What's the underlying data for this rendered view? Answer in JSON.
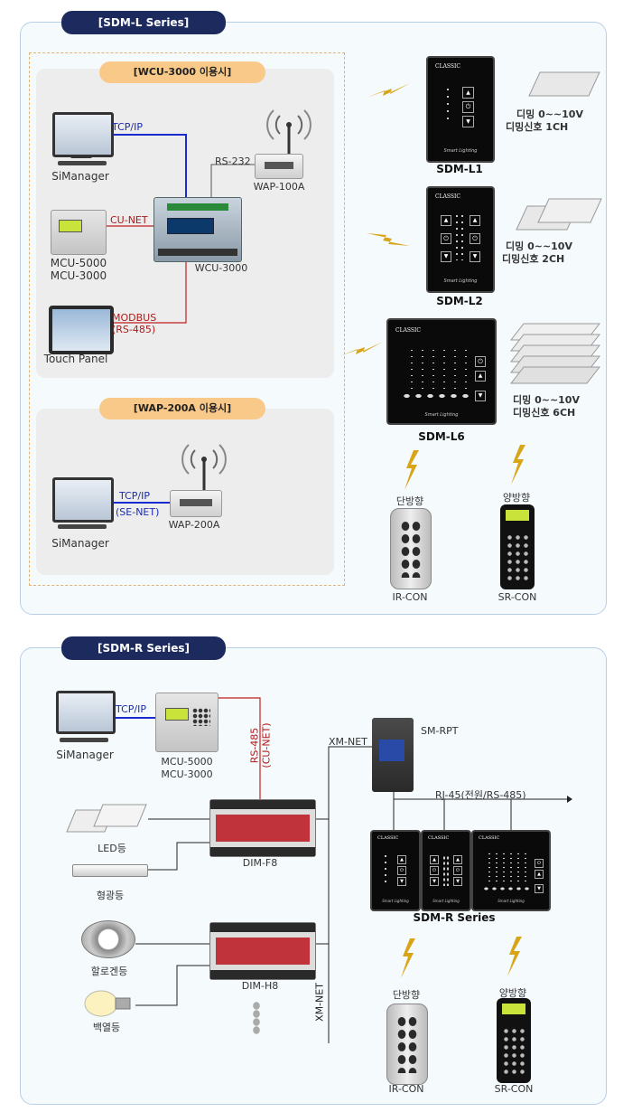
{
  "sdm_l": {
    "title": "[SDM-L Series]",
    "wcu_box": {
      "title": "[WCU-3000 이용시]",
      "simanager": "SiManager",
      "tcp_ip": "TCP/IP",
      "rs232": "RS-232",
      "wap100a": "WAP-100A",
      "cu_net": "CU-NET",
      "mcu1": "MCU-5000",
      "mcu2": "MCU-3000",
      "wcu": "WCU-3000",
      "modbus": "MODBUS",
      "rs485": "(RS-485)",
      "touch_panel": "Touch Panel"
    },
    "wap_box": {
      "title": "[WAP-200A 이용시]",
      "tcp_ip": "TCP/IP",
      "se_net": "(SE-NET)",
      "wap200a": "WAP-200A",
      "simanager": "SiManager"
    },
    "devices": [
      {
        "name": "SDM-L1",
        "line1": "디밍 0~~10V",
        "line2": "디밍신호 1CH"
      },
      {
        "name": "SDM-L2",
        "line1": "디밍 0~~10V",
        "line2": "디밍신호 2CH"
      },
      {
        "name": "SDM-L6",
        "line1": "디밍 0~~10V",
        "line2": "디밍신호 6CH"
      }
    ],
    "panel_brand": "CLASSIC",
    "panel_foot": "Smart Lighting",
    "remotes": [
      {
        "heading": "단방향",
        "label": "IR-CON"
      },
      {
        "heading": "양방향",
        "label": "SR-CON"
      }
    ]
  },
  "sdm_r": {
    "title": "[SDM-R Series]",
    "simanager": "SiManager",
    "tcp_ip": "TCP/IP",
    "mcu1": "MCU-5000",
    "mcu2": "MCU-3000",
    "rs485": "RS-485",
    "cu_net": "(CU-NET)",
    "xm_net": "XM-NET",
    "xm_net_vertical": "XM-NET",
    "sm_rpt": "SM-RPT",
    "rj45": "RJ-45(전원/RS-485)",
    "led": "LED등",
    "fluorescent": "형광등",
    "halogen": "할로겐등",
    "incandescent": "백열등",
    "dim_f8": "DIM-F8",
    "dim_h8": "DIM-H8",
    "series_label": "SDM-R Series",
    "panel_brand": "CLASSIC",
    "panel_foot": "Smart Lighting",
    "remotes": [
      {
        "heading": "단방향",
        "label": "IR-CON"
      },
      {
        "heading": "양방향",
        "label": "SR-CON"
      }
    ]
  },
  "colors": {
    "navy": "#1c2a5e",
    "orange": "#f9c98a",
    "blue_line": "#1a2bd0",
    "red_line": "#c02020",
    "bolt": "#d8a418"
  }
}
